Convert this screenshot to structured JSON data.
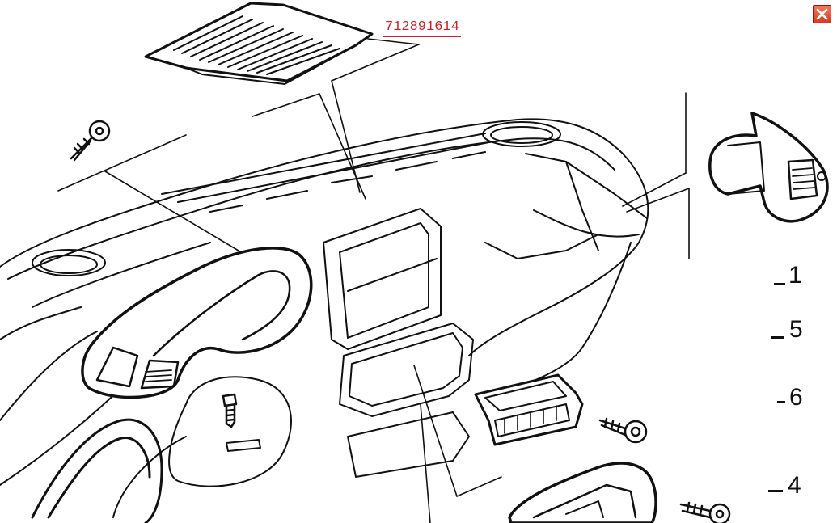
{
  "diagram": {
    "part_number_link": "712891614",
    "reference_numbers": [
      "1",
      "5",
      "6",
      "4"
    ],
    "colors": {
      "line_art": "#111111",
      "link": "#cc2222",
      "close_button": "#e0492c"
    },
    "icons": {
      "close": "close-icon"
    }
  }
}
